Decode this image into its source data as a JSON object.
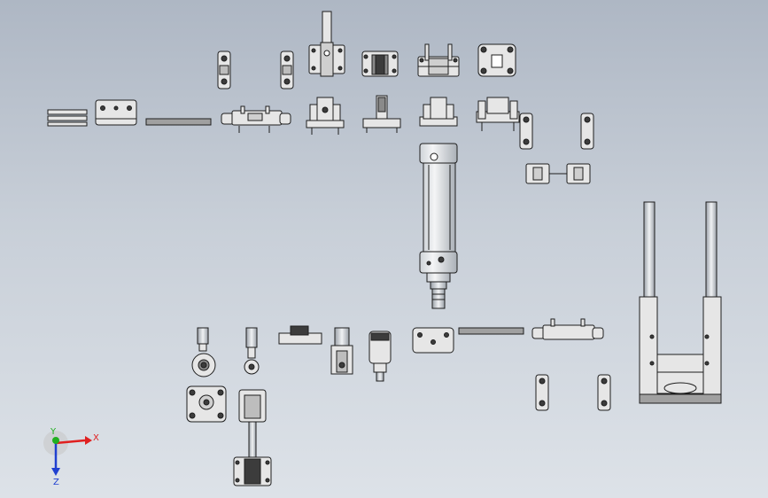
{
  "viewport": {
    "background_top": "#aeb7c4",
    "background_bottom": "#dde2e8",
    "part_fill": "#e6e6e6",
    "part_stroke": "#1e1e1e",
    "dark_fill": "#3c3c3c",
    "plate_fill": "#a0a0a0"
  },
  "triad": {
    "x_label": "X",
    "y_label": "Y",
    "z_label": "Z",
    "x_color": "#e02020",
    "y_color": "#20b020",
    "z_color": "#2040d0"
  }
}
